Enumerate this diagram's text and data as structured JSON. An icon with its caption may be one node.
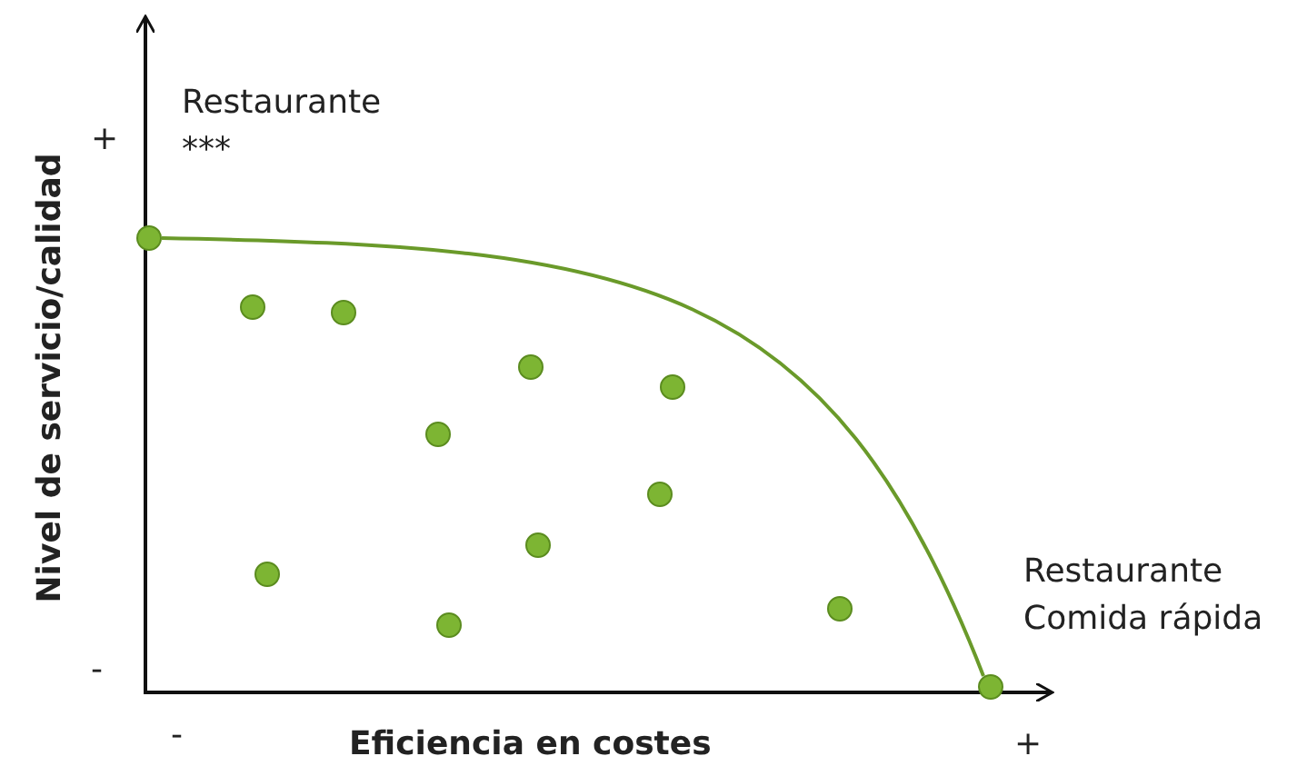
{
  "diagram": {
    "nodes": [
      {
        "text": [],
        "shape": "circle",
        "beside": [
          "Restaurante ***"
        ]
      },
      {
        "text": [],
        "shape": "circle"
      },
      {
        "text": [],
        "shape": "circle"
      },
      {
        "text": [],
        "shape": "circle"
      },
      {
        "text": [],
        "shape": "circle"
      },
      {
        "text": [],
        "shape": "circle"
      },
      {
        "text": [],
        "shape": "circle"
      },
      {
        "text": [],
        "shape": "circle"
      },
      {
        "text": [],
        "shape": "circle"
      },
      {
        "text": [],
        "shape": "circle"
      },
      {
        "text": [],
        "shape": "circle"
      },
      {
        "text": [],
        "shape": "circle",
        "beside": [
          "Restaurante Comida rápida"
        ]
      }
    ],
    "edges": [
      {
        "from": 0,
        "to": 11,
        "arrow": "none"
      }
    ],
    "labels": [
      "+",
      "Nivel de servicio/calidad",
      "-",
      "-",
      "Eficiencia en costes",
      "+"
    ]
  }
}
